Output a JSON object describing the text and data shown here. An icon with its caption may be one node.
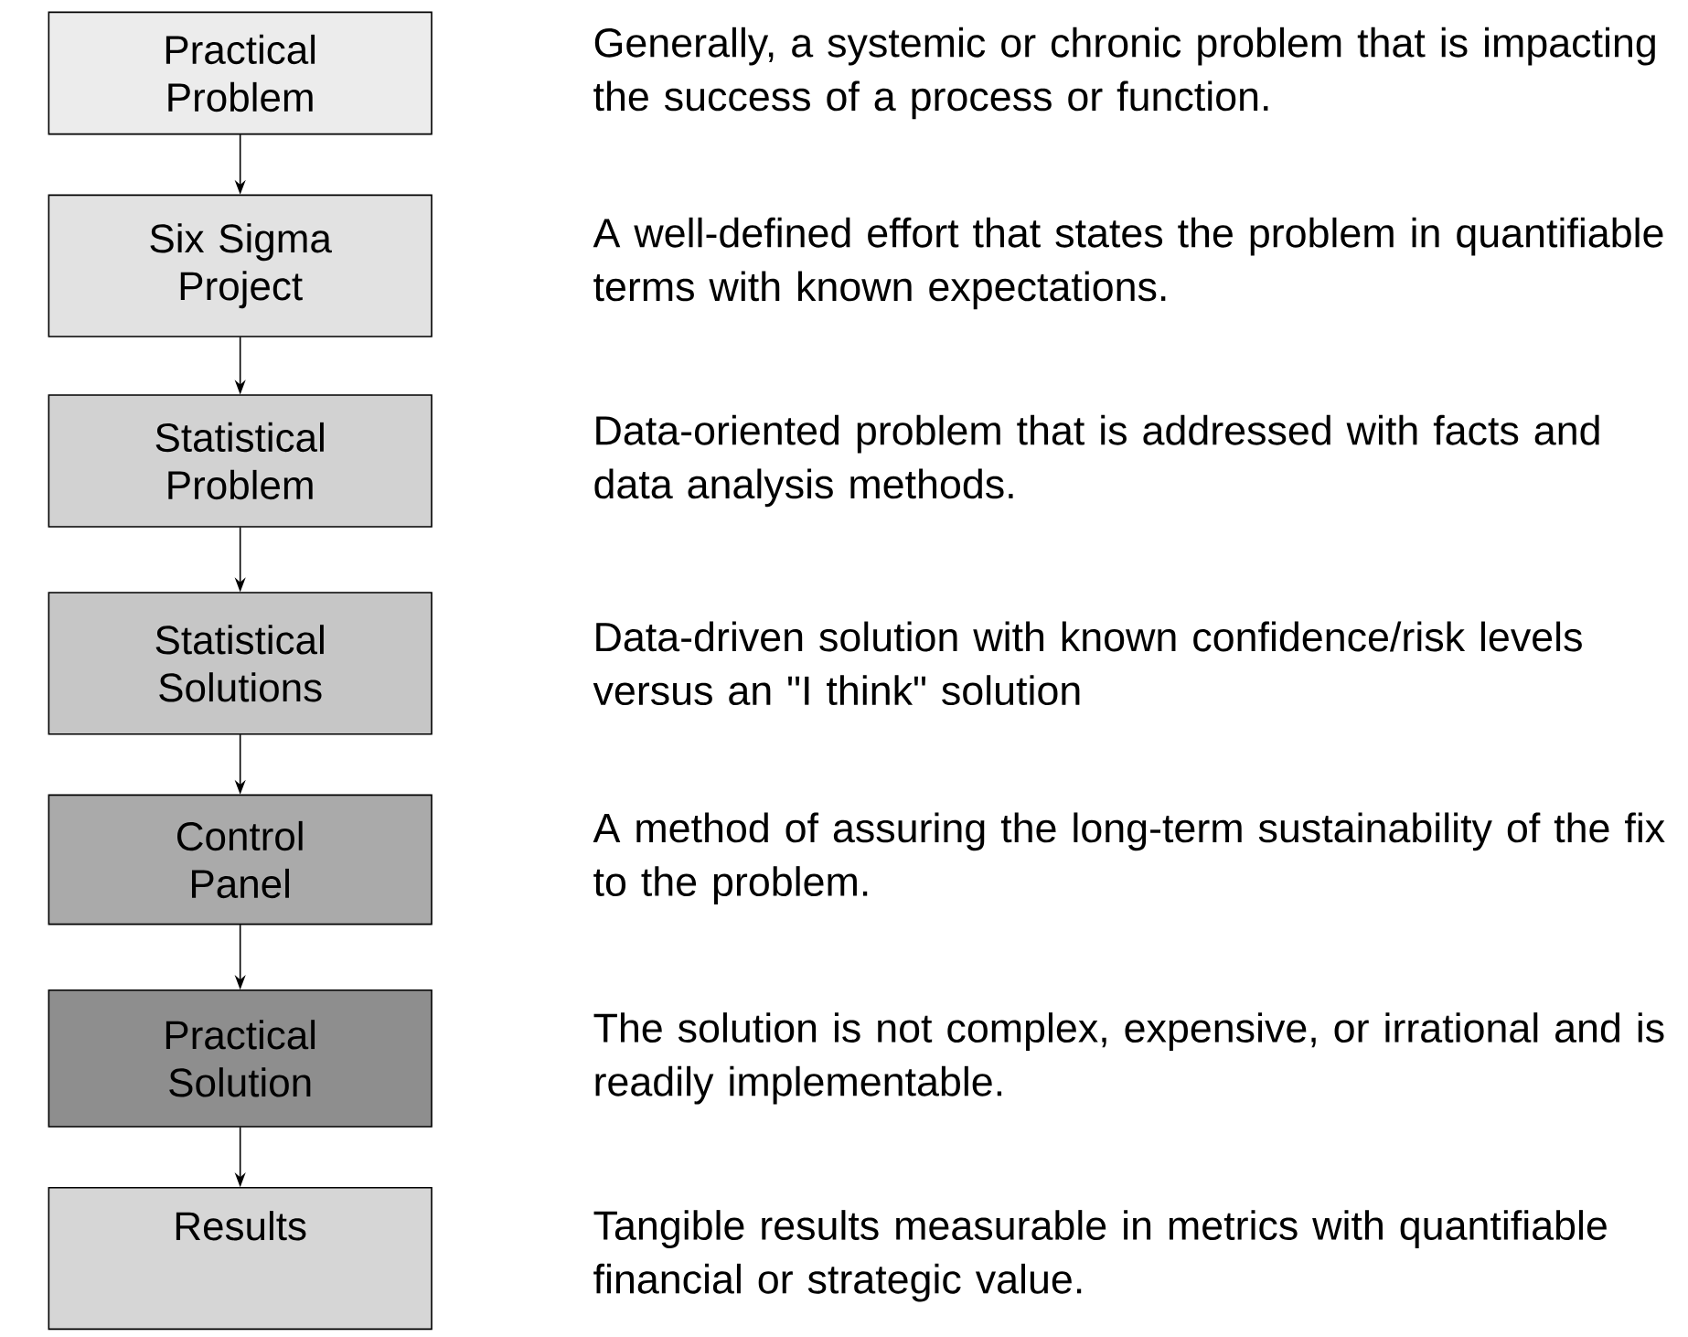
{
  "diagram": {
    "nodes": [
      {
        "text": [
          "Practical Problem"
        ],
        "beside": [
          "Generally, a systemic or chronic problem that is impacting the success of a process or function."
        ]
      },
      {
        "text": [
          "Six Sigma Project"
        ],
        "beside": [
          "A well-defined effort that states the problem in quantifiable terms with known expectations."
        ]
      },
      {
        "text": [
          "Statistical Problem"
        ],
        "beside": [
          "Data-oriented problem that is addressed with facts and data analysis methods."
        ]
      },
      {
        "text": [
          "Statistical Solutions"
        ],
        "beside": [
          "Data-driven solution with known confidence/risk levels versus an \"I think\" solution"
        ]
      },
      {
        "text": [
          "Control Panel"
        ],
        "beside": [
          "A method of assuring the long-term sustainability of the fix to the problem."
        ]
      },
      {
        "text": [
          "Practical Solution"
        ],
        "beside": [
          "The solution is not complex, expensive, or irrational and is readily implementable."
        ]
      },
      {
        "text": [
          "Results"
        ],
        "beside": [
          "Tangible results measurable in metrics with quantifiable financial or strategic value."
        ]
      }
    ],
    "edges": [
      {
        "from": 0,
        "to": 1,
        "arrow": "to"
      },
      {
        "from": 1,
        "to": 2,
        "arrow": "to"
      },
      {
        "from": 2,
        "to": 3,
        "arrow": "to"
      },
      {
        "from": 3,
        "to": 4,
        "arrow": "to"
      },
      {
        "from": 4,
        "to": 5,
        "arrow": "to"
      },
      {
        "from": 5,
        "to": 6,
        "arrow": "to"
      }
    ]
  }
}
